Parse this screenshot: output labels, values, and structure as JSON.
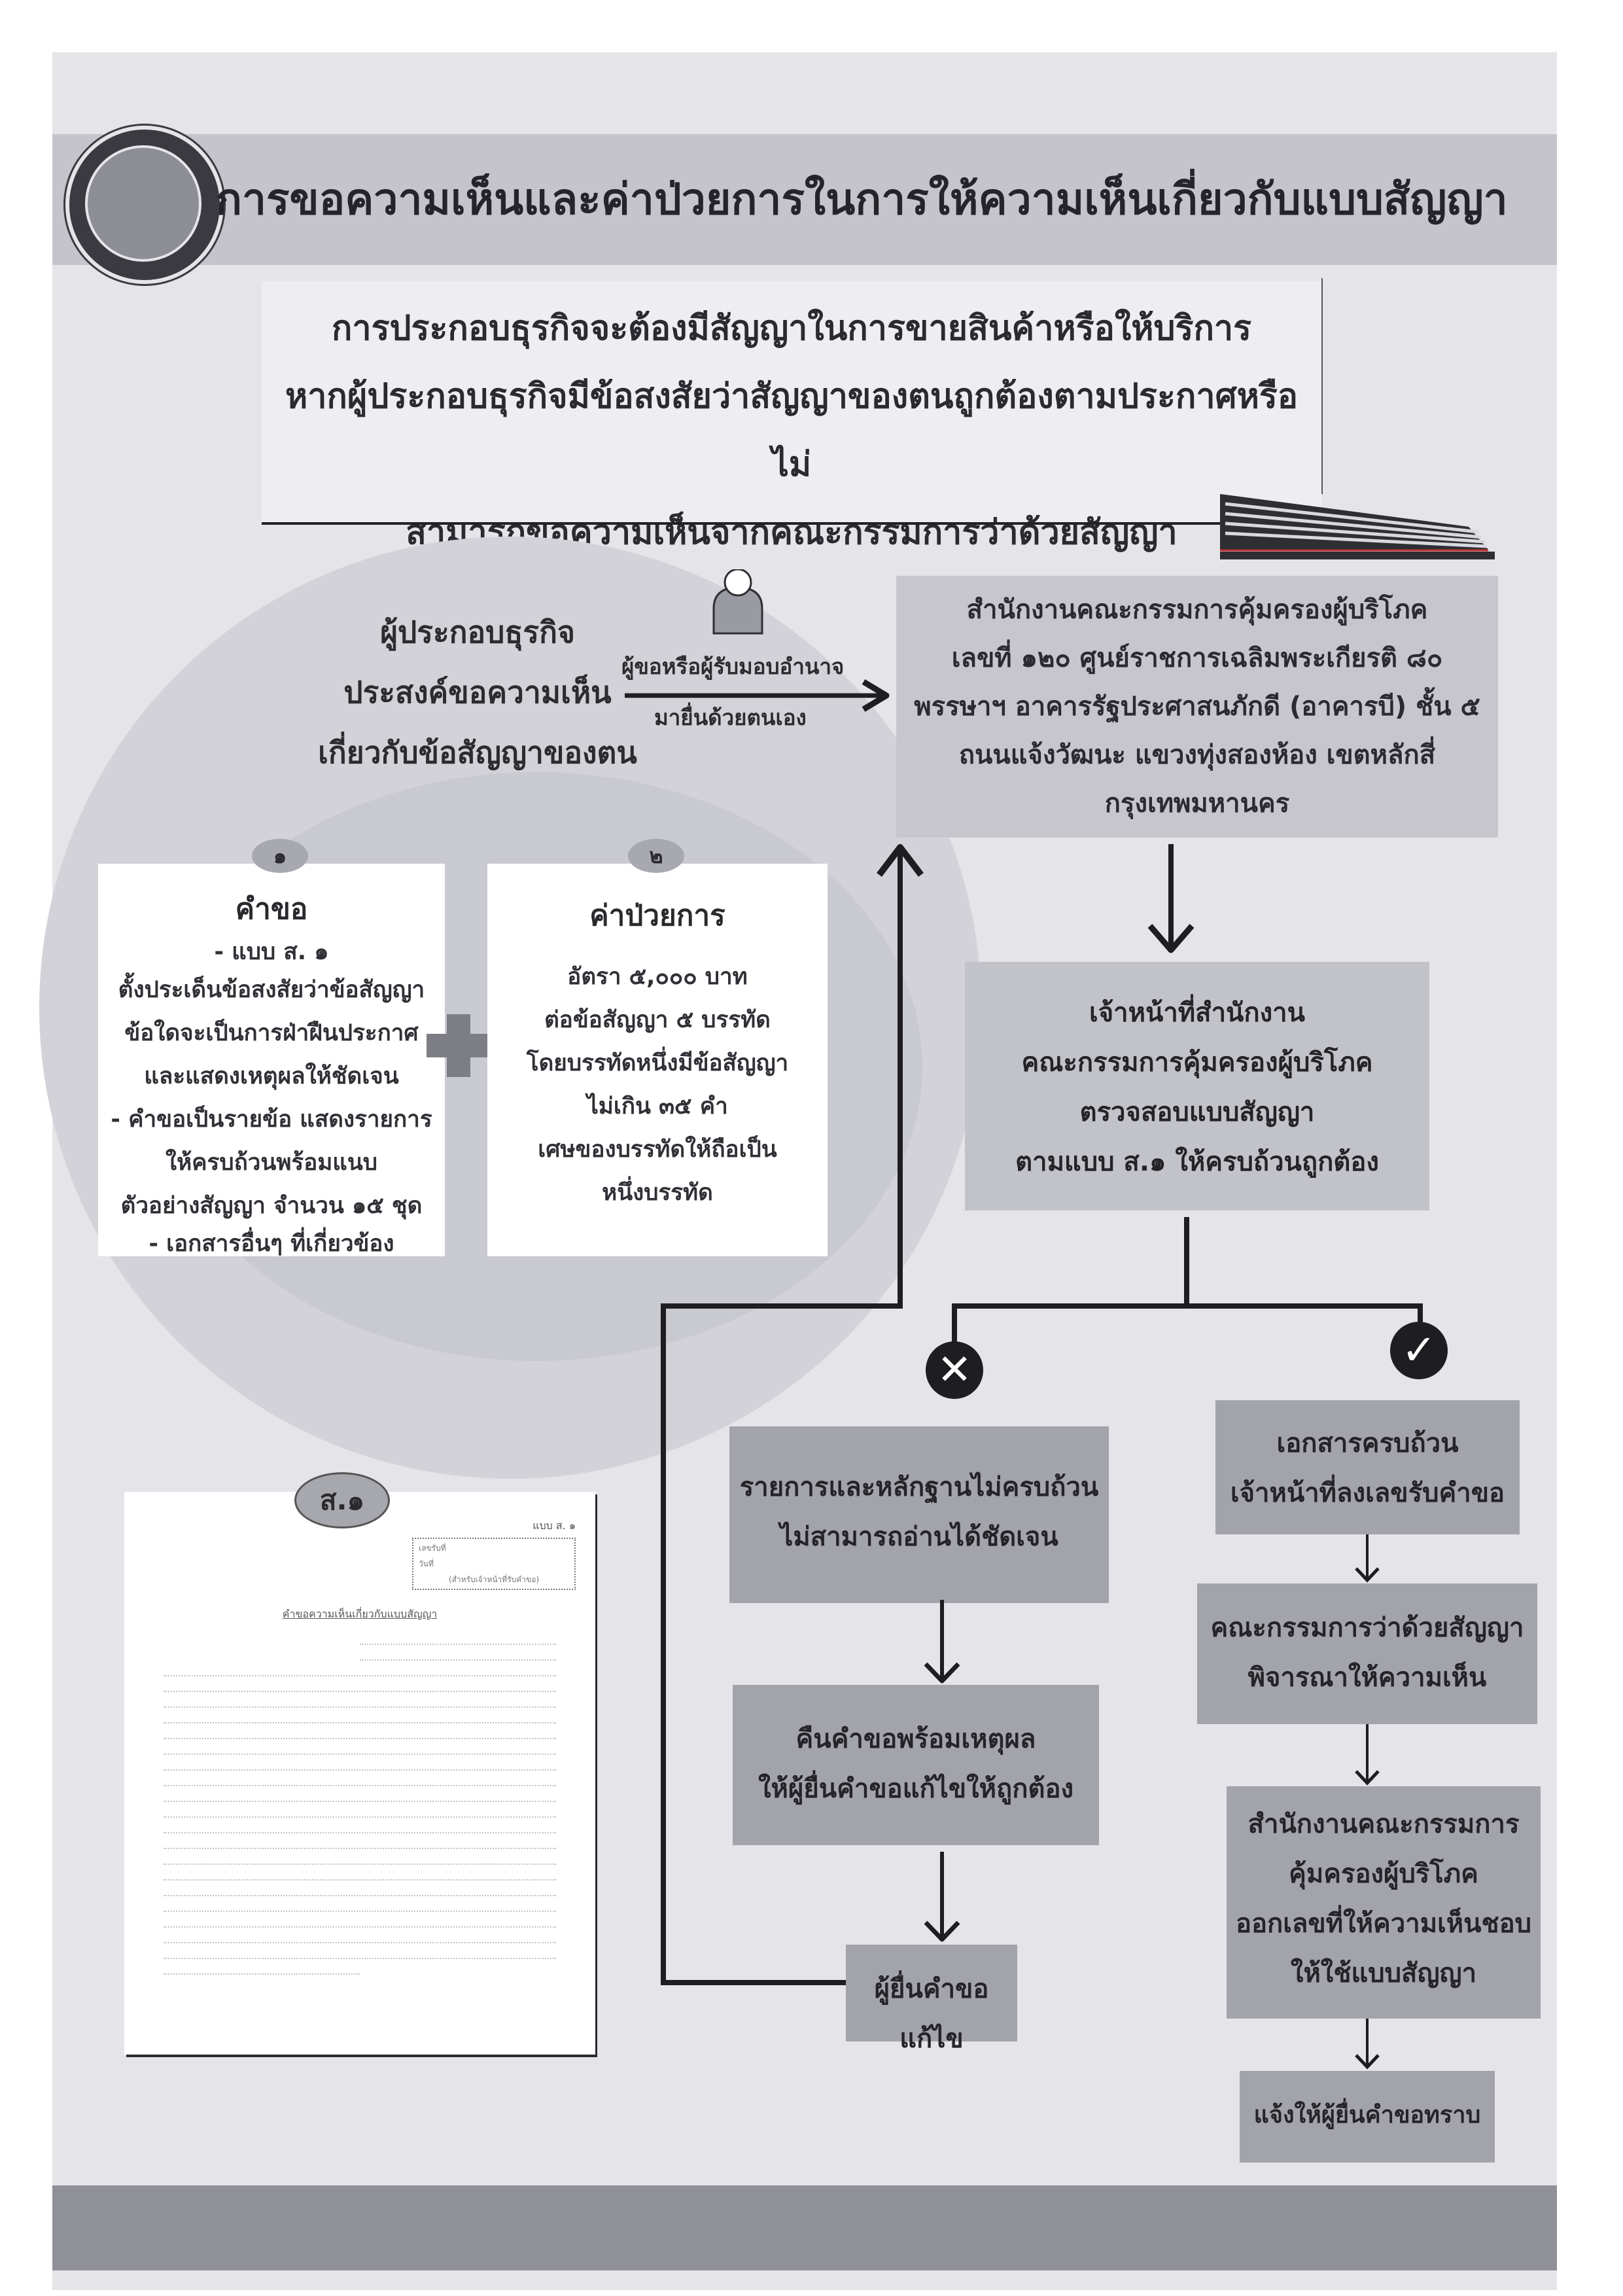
{
  "header": {
    "title": "การขอความเห็นและค่าป่วยการในการให้ความเห็นเกี่ยวกับแบบสัญญา",
    "logo": "ocpb-seal"
  },
  "intro": {
    "lines": [
      "การประกอบธุรกิจจะต้องมีสัญญาในการขายสินค้าหรือให้บริการ",
      "หากผู้ประกอบธุรกิจมีข้อสงสัยว่าสัญญาของตนถูกต้องตามประกาศหรือไม่",
      "สามารถขอความเห็นจากคณะกรรมการว่าด้วยสัญญา"
    ]
  },
  "applicant": {
    "lines": [
      "ผู้ประกอบธุรกิจ",
      "ประสงค์ขอความเห็น",
      "เกี่ยวกับข้อสัญญาของตน"
    ],
    "icon": "person-icon"
  },
  "submission_arrow": {
    "top_label": "ผู้ขอหรือผู้รับมอบอำนาจ",
    "bottom_label": "มายื่นด้วยตนเอง"
  },
  "office": {
    "lines": [
      "สำนักงานคณะกรรมการคุ้มครองผู้บริโภค",
      "เลขที่ ๑๒๐ ศูนย์ราชการเฉลิมพระเกียรติ ๘๐",
      "พรรษาฯ อาคารรัฐประศาสนภักดี (อาคารบี) ชั้น ๕",
      "ถนนแจ้งวัฒนะ แขวงทุ่งสองห้อง เขตหลักสี่",
      "กรุงเทพมหานคร"
    ]
  },
  "requirements": [
    {
      "number": "๑",
      "title": "คำขอ",
      "lines": [
        "- แบบ ส. ๑",
        "ตั้งประเด็นข้อสงสัยว่าข้อสัญญา",
        "ข้อใดจะเป็นการฝ่าฝืนประกาศ",
        "และแสดงเหตุผลให้ชัดเจน",
        "- คำขอเป็นรายข้อ แสดงรายการ",
        "ให้ครบถ้วนพร้อมแนบ",
        "ตัวอย่างสัญญา จำนวน ๑๕ ชุด",
        "- เอกสารอื่นๆ ที่เกี่ยวข้อง"
      ]
    },
    {
      "number": "๒",
      "title": "ค่าป่วยการ",
      "lines": [
        "อัตรา ๕,๐๐๐ บาท",
        "ต่อข้อสัญญา ๕ บรรทัด",
        "โดยบรรทัดหนึ่งมีข้อสัญญา",
        "ไม่เกิน ๓๕ คำ",
        "เศษของบรรทัดให้ถือเป็น",
        "หนึ่งบรรทัด"
      ]
    }
  ],
  "review": {
    "lines": [
      "เจ้าหน้าที่สำนักงาน",
      "คณะกรรมการคุ้มครองผู้บริโภค",
      "ตรวจสอบแบบสัญญา",
      "ตามแบบ ส.๑ ให้ครบถ้วนถูกต้อง"
    ]
  },
  "reject_branch": {
    "icon": "x-circle-icon",
    "steps": [
      {
        "lines": [
          "รายการและหลักฐานไม่ครบถ้วน",
          "ไม่สามารถอ่านได้ชัดเจน"
        ]
      },
      {
        "lines": [
          "คืนคำขอพร้อมเหตุผล",
          "ให้ผู้ยื่นคำขอแก้ไขให้ถูกต้อง"
        ]
      },
      {
        "lines": [
          "ผู้ยื่นคำขอแก้ไข"
        ]
      }
    ]
  },
  "accept_branch": {
    "icon": "check-circle-icon",
    "steps": [
      {
        "lines": [
          "เอกสารครบถ้วน",
          "เจ้าหน้าที่ลงเลขรับคำขอ"
        ]
      },
      {
        "lines": [
          "คณะกรรมการว่าด้วยสัญญา",
          "พิจารณาให้ความเห็น"
        ]
      },
      {
        "lines": [
          "สำนักงานคณะกรรมการ",
          "คุ้มครองผู้บริโภค",
          "ออกเลขที่ให้ความเห็นชอบ",
          "ให้ใช้แบบสัญญา"
        ]
      },
      {
        "lines": [
          "แจ้งให้ผู้ยื่นคำขอทราบ"
        ]
      }
    ]
  },
  "form_sample": {
    "badge": "ส.๑",
    "form_code": "แบบ ส. ๑",
    "receipt_box": [
      "เลขรับที่",
      "วันที่",
      "(สำหรับเจ้าหน้าที่รับคำขอ)"
    ],
    "heading": "คำขอความเห็นเกี่ยวกับแบบสัญญา"
  },
  "colors": {
    "background": "#e4e4e9",
    "band": "#c4c4ca",
    "box_dark": "#a3a3ab",
    "box_light": "#c2c2c9",
    "line": "#1e1e22"
  }
}
